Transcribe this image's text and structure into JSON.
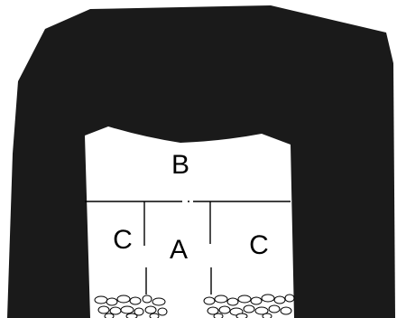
{
  "labels": {
    "b": "B",
    "c_left": "C",
    "a": "A",
    "c_right": "C"
  },
  "colors": {
    "ground": "#1a1a1a",
    "opening": "#ffffff",
    "lines": "#000000"
  }
}
